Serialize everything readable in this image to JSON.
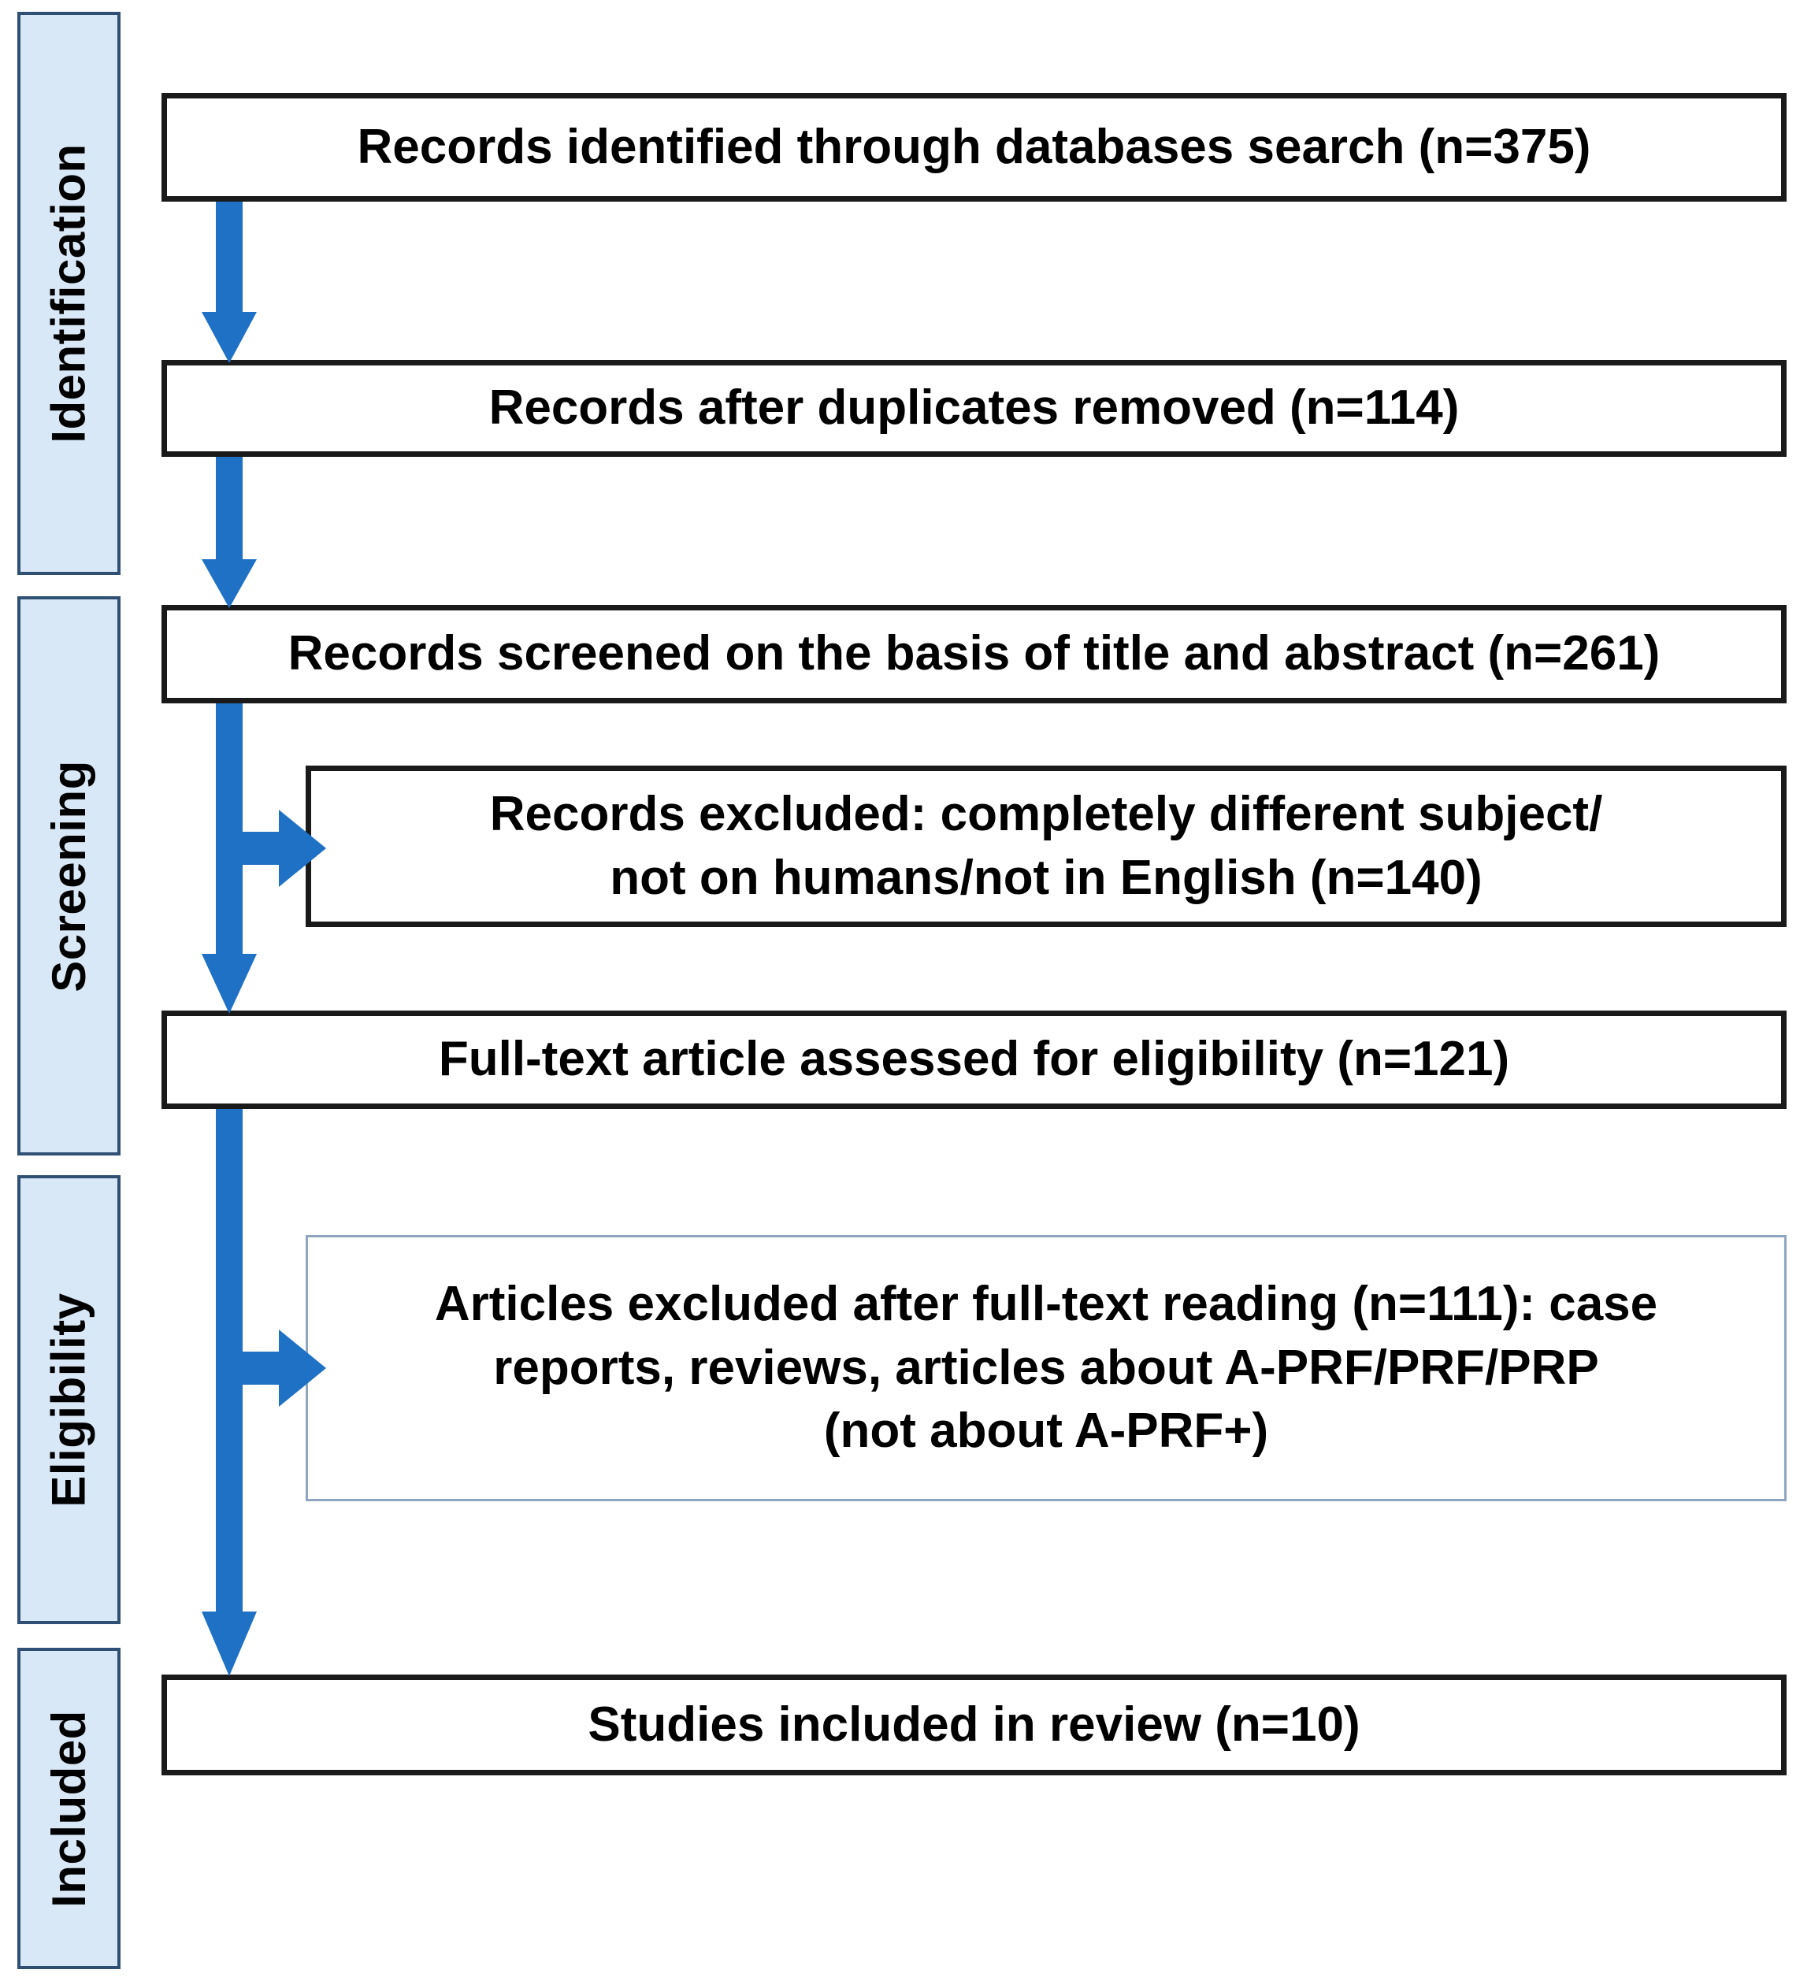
{
  "diagram": {
    "title": "PRISMA study selection flow diagram",
    "accent_color": "#1f71c5",
    "stage_fill": "#d9e8f7",
    "stage_border": "#2f4f74",
    "box_border": "#1a1a1a",
    "light_box_border": "#8fa6c0"
  },
  "stages": [
    {
      "label": "Identification"
    },
    {
      "label": "Screening"
    },
    {
      "label": "Eligibility"
    },
    {
      "label": "Included"
    }
  ],
  "boxes": [
    {
      "id": "identified",
      "text": "Records identified through databases search (n=375)",
      "count": 375,
      "border": "black"
    },
    {
      "id": "duplicates-removed",
      "text": "Records after duplicates removed (n=114)",
      "count": 114,
      "border": "black"
    },
    {
      "id": "screened",
      "text": "Records screened on the basis of title and abstract (n=261)",
      "count": 261,
      "border": "black"
    },
    {
      "id": "records-excluded",
      "text": "Records excluded: completely different subject/\nnot on humans/not in English (n=140)",
      "count": 140,
      "border": "black"
    },
    {
      "id": "full-text-assessed",
      "text": "Full-text article assessed for eligibility (n=121)",
      "count": 121,
      "border": "black"
    },
    {
      "id": "articles-excluded",
      "text": "Articles excluded after full-text reading (n=111): case\nreports, reviews, articles about A-PRF/PRF/PRP\n(not about A-PRF+)",
      "count": 111,
      "border": "light"
    },
    {
      "id": "included",
      "text": "Studies included in review (n=10)",
      "count": 10,
      "border": "black"
    }
  ],
  "arrows": [
    {
      "id": "identified-to-duplicates",
      "direction": "down"
    },
    {
      "id": "duplicates-to-screened",
      "direction": "down"
    },
    {
      "id": "screened-to-excluded",
      "direction": "right"
    },
    {
      "id": "screened-to-fulltext",
      "direction": "down"
    },
    {
      "id": "fulltext-to-excluded",
      "direction": "right"
    },
    {
      "id": "fulltext-to-included",
      "direction": "down"
    }
  ]
}
